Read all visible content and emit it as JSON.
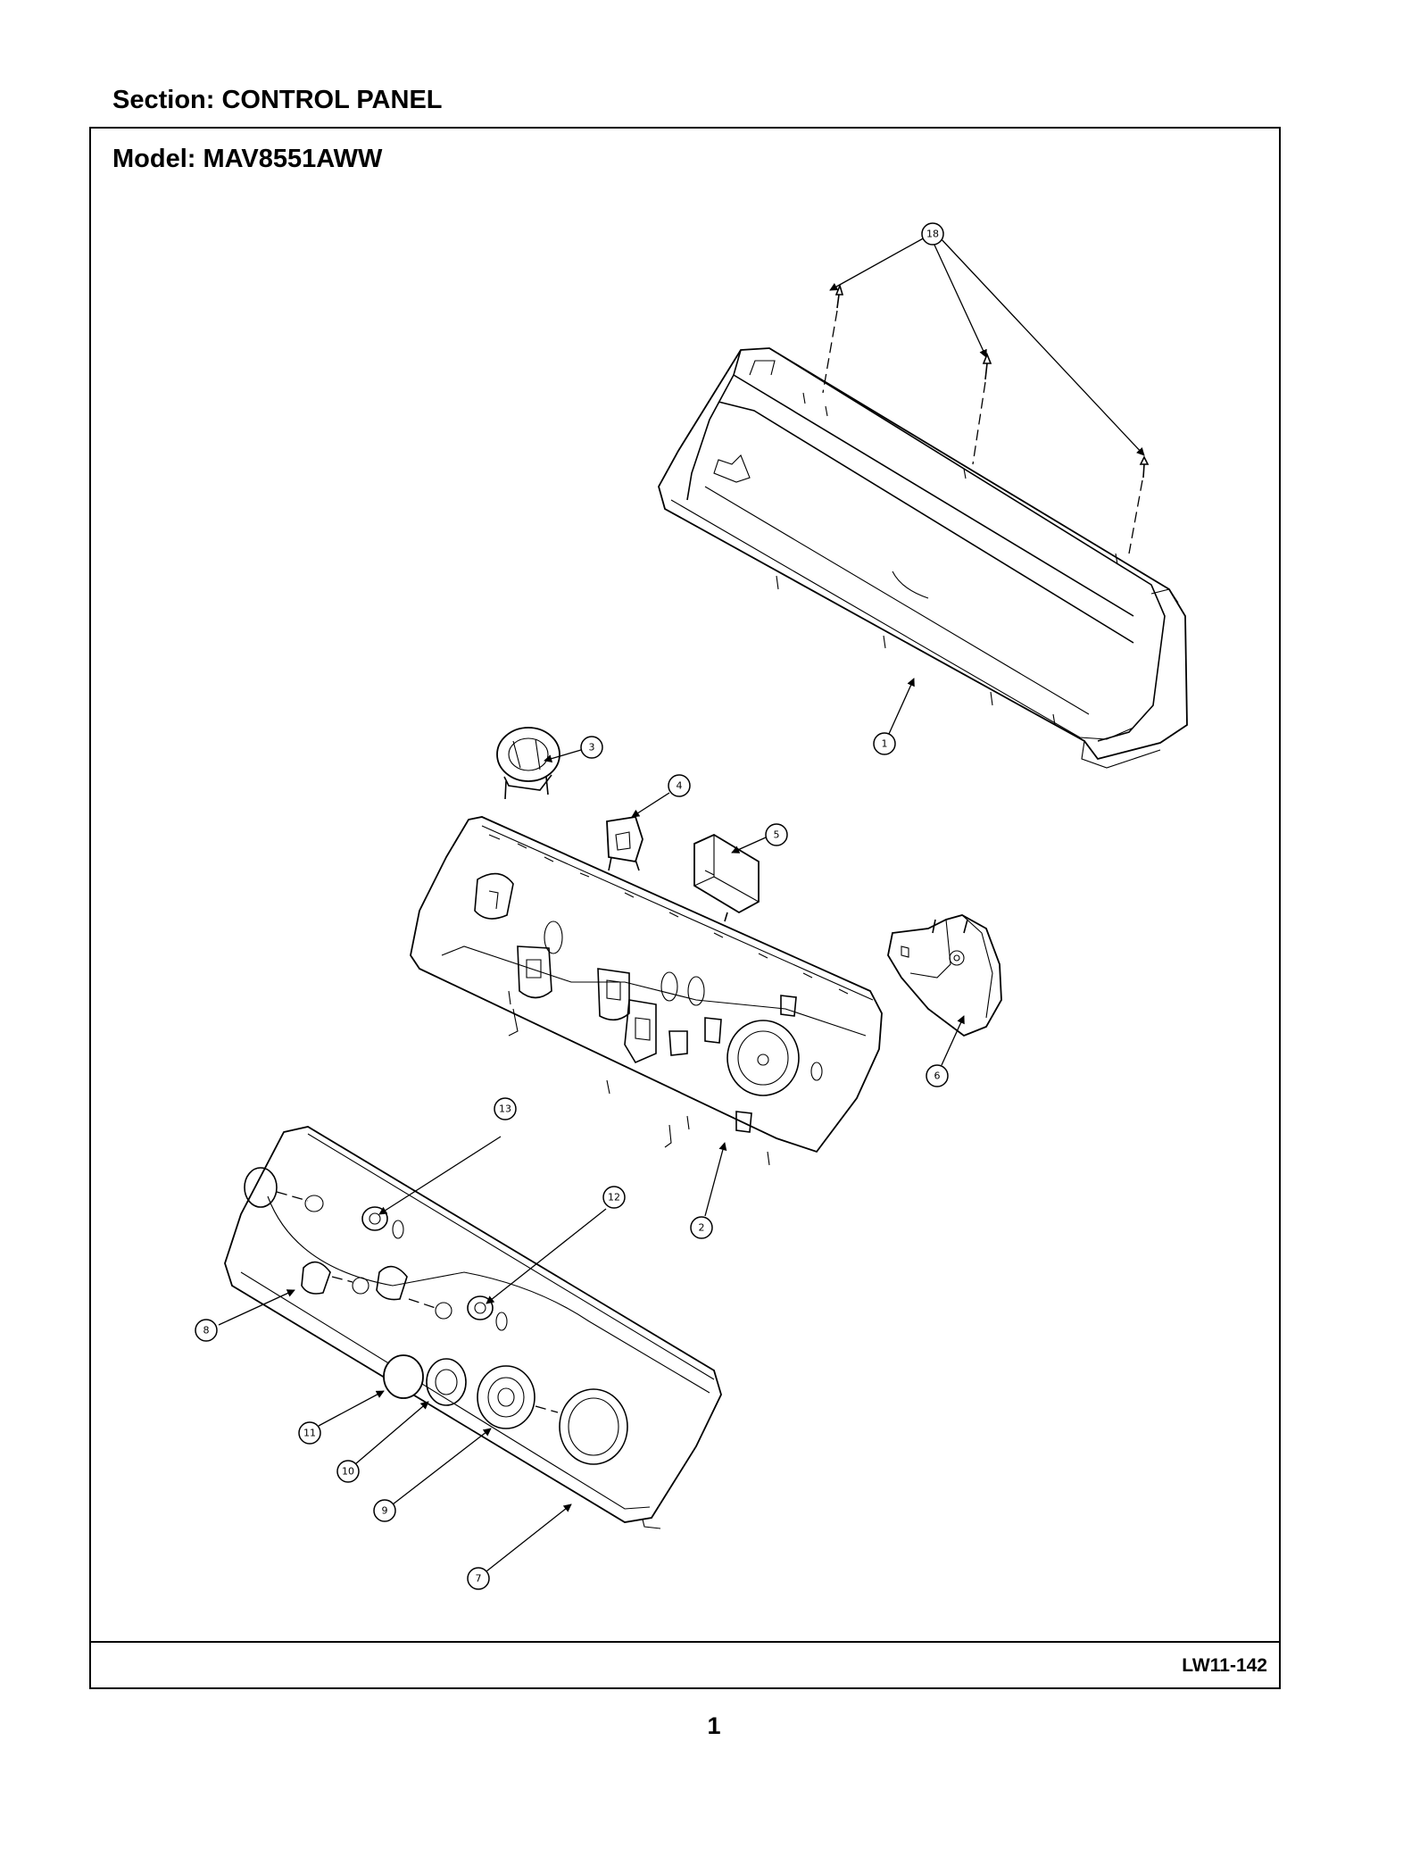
{
  "header": {
    "section_title": "Section:  CONTROL PANEL",
    "model_title": "Model:  MAV8551AWW"
  },
  "footer": {
    "document_code": "LW11-142",
    "page_number": "1"
  },
  "callouts": [
    "1",
    "2",
    "3",
    "4",
    "5",
    "6",
    "7",
    "8",
    "9",
    "10",
    "11",
    "12",
    "13",
    "18"
  ]
}
